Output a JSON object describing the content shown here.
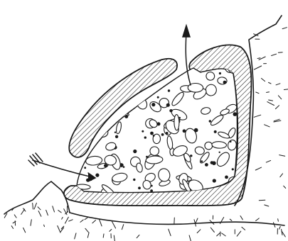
{
  "figure": {
    "ink": "#1a1a1a",
    "paper": "#ffffff",
    "parts": [
      "ground",
      "hatched-wall-left",
      "hatched-wall-right",
      "pebble-fill",
      "inflow-arrow",
      "outflow-arrow"
    ]
  }
}
